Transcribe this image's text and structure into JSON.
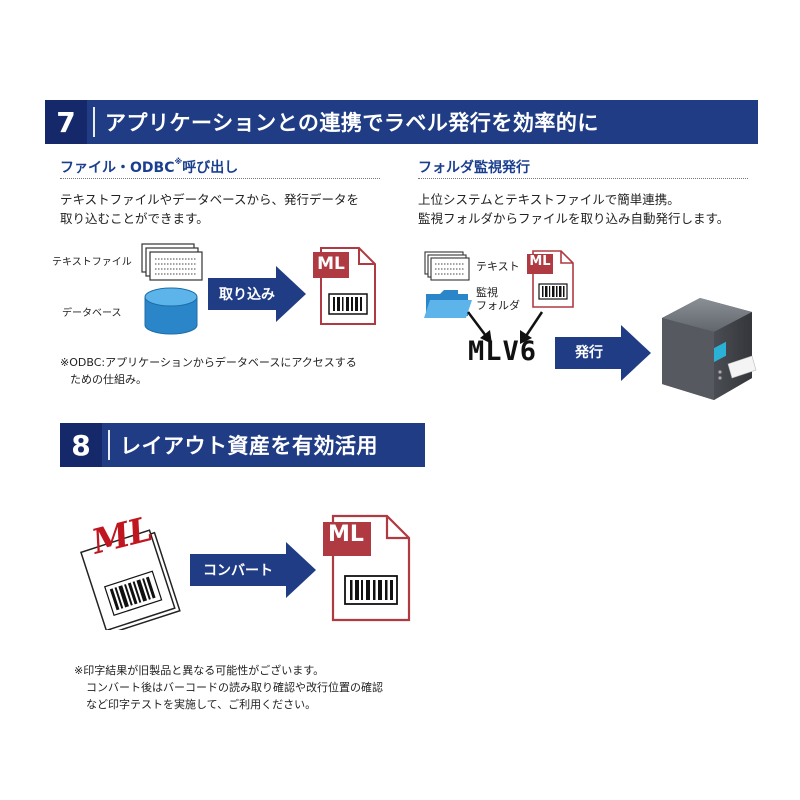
{
  "section7": {
    "number": "7",
    "title": "アプリケーションとの連携でラベル発行を効率的に",
    "left": {
      "heading": "ファイル・ODBC",
      "heading_mark": "※",
      "heading_tail": "呼び出し",
      "desc_line1": "テキストファイルやデータベースから、発行データを",
      "desc_line2": "取り込むことができます。",
      "label_text_file": "テキストファイル",
      "label_database": "データベース",
      "arrow_label": "取り込み",
      "ml_label": "ML",
      "note_line1": "※ODBC:アプリケーションからデータベースにアクセスする",
      "note_line2": "ための仕組み。"
    },
    "right": {
      "heading": "フォルダ監視発行",
      "desc_line1": "上位システムとテキストファイルで簡単連携。",
      "desc_line2": "監視フォルダからファイルを取り込み自動発行します。",
      "label_text": "テキスト",
      "label_folder_line1": "監視",
      "label_folder_line2": "フォルダ",
      "ml_label": "ML",
      "product_name": "MLV6",
      "arrow_label": "発行"
    }
  },
  "section8": {
    "number": "8",
    "title": "レイアウト資産を有効活用",
    "old_ml_label": "ML",
    "arrow_label": "コンバート",
    "ml_label": "ML",
    "note_line1": "※印字結果が旧製品と異なる可能性がございます。",
    "note_line2": "コンバート後はバーコードの読み取り確認や改行位置の確認",
    "note_line3": "など印字テストを実施して、ご利用ください。"
  },
  "colors": {
    "band": "#1f3c85",
    "band_number": "#15296a",
    "heading": "#1b3f8f",
    "ml_red": "#b03a42",
    "arrow": "#1f3c85",
    "database": "#2f8fd0",
    "folder": "#3a9ad8",
    "printer": "#5a5d64"
  }
}
